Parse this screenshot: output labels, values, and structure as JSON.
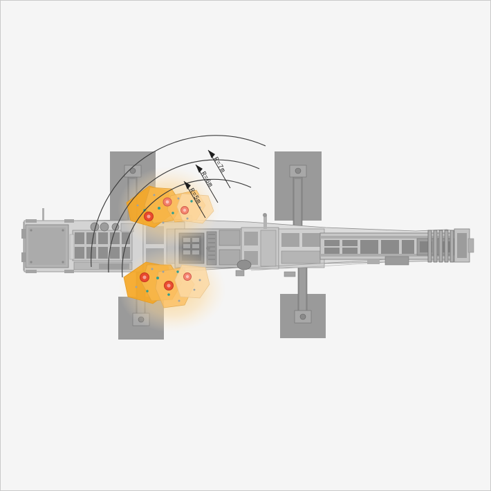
{
  "figure": {
    "kind": "technical-plan-view-diagram",
    "subject": "drill-jumbo-working-range-plan-view",
    "background_color": "#f5f5f5",
    "border_color": "#c9c9c9"
  },
  "annotations": {
    "radius_labels": [
      {
        "id": "r7",
        "text": "R=7m",
        "radius_m": 7
      },
      {
        "id": "r6",
        "text": "R=6m",
        "radius_m": 6
      },
      {
        "id": "r5",
        "text": "R=5m",
        "radius_m": 5
      }
    ]
  },
  "palette": {
    "machine_light": "#e3e3e3",
    "machine_mid": "#bdbdbd",
    "machine_dark": "#8e8e8e",
    "machine_darker": "#6e6e6e",
    "machine_outline": "#737373",
    "outrigger_pad": "#9a9a9a",
    "arc_line": "#3a3a3a",
    "zone_orange_strong": "#f5a623",
    "zone_orange_mid": "#f7b64a",
    "zone_orange_light": "#fbd9a5",
    "zone_glow": "#fcd89b",
    "marker_red": "#e8412c",
    "marker_red_light": "#f2796a",
    "marker_teal": "#2f9e8f"
  },
  "parts": {
    "chassis_label": "machine-chassis",
    "boom_label": "feed-beam-boom",
    "turret_label": "center-turret",
    "engine_deck_label": "rear-engine-deck",
    "outriggers": [
      {
        "id": "front-left",
        "label": "outrigger-pad-front-left"
      },
      {
        "id": "front-right",
        "label": "outrigger-pad-front-right"
      },
      {
        "id": "rear-left",
        "label": "outrigger-pad-rear-left"
      },
      {
        "id": "rear-right",
        "label": "outrigger-pad-rear-right"
      }
    ],
    "coverage_zones": [
      {
        "id": "upper-cluster",
        "label": "drill-coverage-zone-upper"
      },
      {
        "id": "lower-cluster",
        "label": "drill-coverage-zone-lower"
      }
    ]
  }
}
